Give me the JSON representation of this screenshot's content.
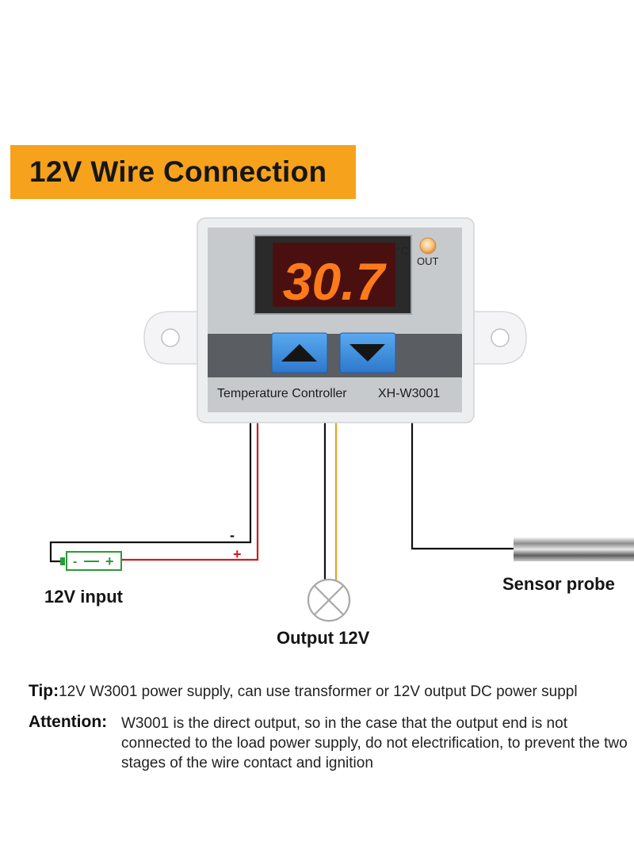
{
  "title": "12V Wire Connection",
  "device": {
    "display_value": "30.7",
    "unit": "°C",
    "out_label": "OUT",
    "name": "Temperature Controller",
    "model": "XH-W3001",
    "up_button_icon": "triangle-up-icon",
    "down_button_icon": "triangle-down-icon"
  },
  "wiring": {
    "minus_sign": "-",
    "plus_sign": "+",
    "battery_minus": "-",
    "battery_plus": "+",
    "input_label": "12V input",
    "output_label": "Output 12V",
    "sensor_label": "Sensor probe"
  },
  "notes": {
    "tip_label": "Tip:",
    "tip_text": "12V W3001 power supply, can use transformer or 12V output DC power suppl",
    "attention_label": "Attention:",
    "attention_text": "W3001 is the direct output, so in the case that the output end is not connected to the load power supply, do not electrification, to prevent the two stages of the wire contact and ignition"
  },
  "colors": {
    "banner": "#f6a21c",
    "display_digits": "#ff7a1a",
    "button_blue": "#3a8fe0",
    "wire_red": "#cc1e1e",
    "wire_black": "#111111",
    "wire_yellow": "#e6a21e",
    "battery_green": "#2a9a3a"
  }
}
